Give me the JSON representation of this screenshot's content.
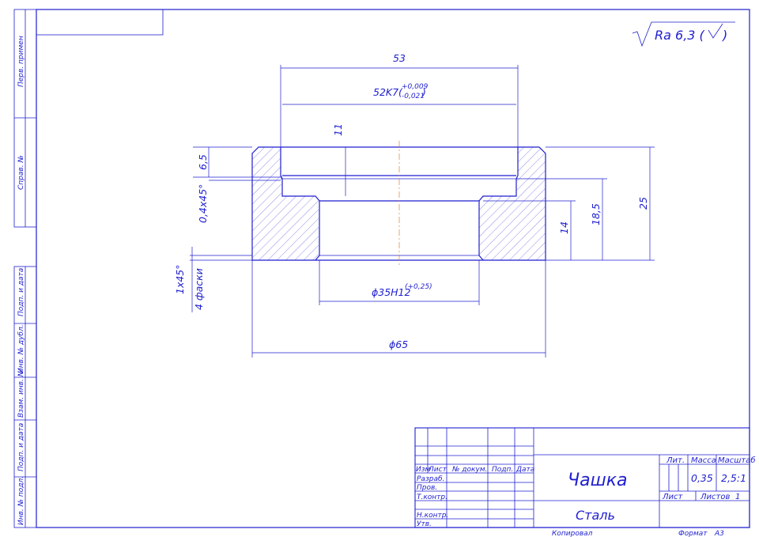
{
  "roughness": {
    "label": "Ra 6,3 (",
    "close": ")"
  },
  "dimensions": {
    "d53": "53",
    "bore_fit": "52K7(",
    "bore_upper": "+0,009",
    "bore_lower": "-0,021",
    "bore_close": ")",
    "d11": "11",
    "d6_5": "6,5",
    "chamfer_small": "0,4x45°",
    "d14": "14",
    "d18_5": "18,5",
    "d25": "25",
    "chamfer_big": "1x45°",
    "chamfer_count": "4 фаски",
    "hole": "ϕ35H12",
    "hole_tol": "(+0,25)",
    "outer": "ϕ65"
  },
  "side_labels": [
    "Перв. примен",
    "Справ. №",
    "Подп. и дата",
    "Инв. № дубл.",
    "Взам. инв. №",
    "Подп. и дата",
    "Инв. № подл."
  ],
  "title_block": {
    "col_headers": [
      "Изм",
      "Лист",
      "№ докум.",
      "Подп.",
      "Дата"
    ],
    "roles": [
      "Разраб.",
      "Пров.",
      "Т.контр.",
      "",
      "Н.контр.",
      "Утв."
    ],
    "part_name": "Чашка",
    "material": "Сталь",
    "lit_label": "Лит.",
    "mass_label": "Масса",
    "scale_label": "Масштаб",
    "mass_value": "0,35",
    "scale_value": "2,5:1",
    "sheet_label": "Лист",
    "sheets_label": "Листов",
    "sheets_value": "1",
    "copied": "Копировал",
    "format_label": "Формат",
    "format_value": "А3"
  }
}
